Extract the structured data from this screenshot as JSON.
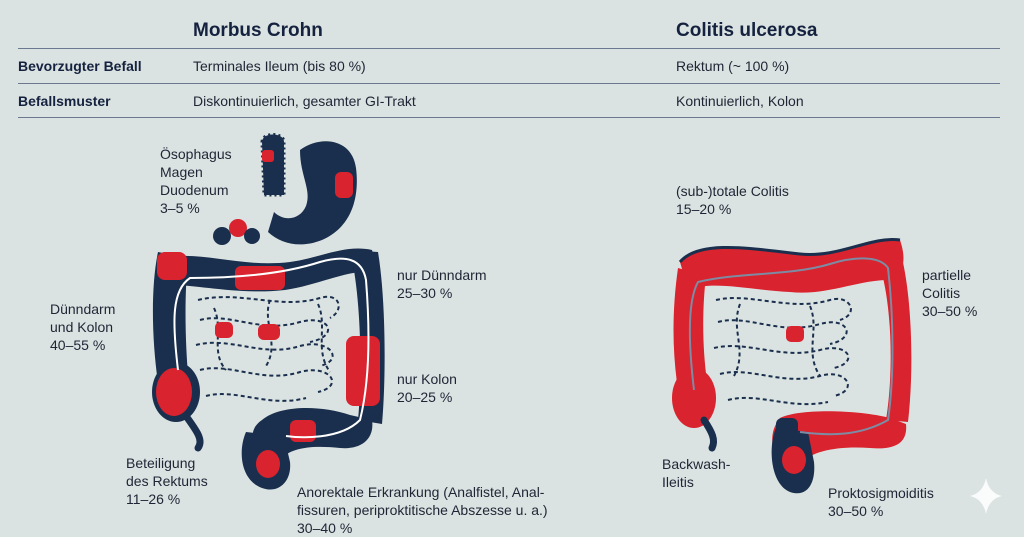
{
  "table": {
    "headers": [
      "Morbus Crohn",
      "Colitis ulcerosa"
    ],
    "rows": [
      {
        "label": "Bevorzugter Befall",
        "crohn": "Terminales Ileum (bis 80 %)",
        "colitis": "Rektum (~ 100 %)"
      },
      {
        "label": "Befallsmuster",
        "crohn": "Diskontinuierlich, gesamter GI-Trakt",
        "colitis": "Kontinuierlich, Kolon"
      }
    ]
  },
  "crohn_annotations": {
    "upper_gi": {
      "lines": [
        "Ösophagus",
        "Magen",
        "Duodenum"
      ],
      "value": "3–5 %"
    },
    "small_only": {
      "lines": [
        "nur Dünndarm"
      ],
      "value": "25–30 %"
    },
    "small_and_colon": {
      "lines": [
        "Dünndarm",
        "und Kolon"
      ],
      "value": "40–55 %"
    },
    "colon_only": {
      "lines": [
        "nur Kolon"
      ],
      "value": "20–25 %"
    },
    "rectum": {
      "lines": [
        "Beteiligung",
        "des Rektums"
      ],
      "value": "11–26 %"
    },
    "anorectal": {
      "lines": [
        "Anorektale Erkrankung (Analfistel, Anal-",
        "fissuren, periproktitische Abszesse u. a.)"
      ],
      "value": "30–40 %"
    }
  },
  "colitis_annotations": {
    "total": {
      "lines": [
        "(sub-)totale Colitis"
      ],
      "value": "15–20 %"
    },
    "partial": {
      "lines": [
        "partielle",
        "Colitis"
      ],
      "value": "30–50 %"
    },
    "backwash": {
      "lines": [
        "Backwash-",
        "Ileitis"
      ],
      "value": ""
    },
    "proctosigmoiditis": {
      "lines": [
        "Proktosigmoiditis"
      ],
      "value": "30–50 %"
    }
  },
  "colors": {
    "healthy": "#1a2f4d",
    "inflamed": "#d9232e",
    "background": "#dbe3e2",
    "lumen": "#ffffff"
  },
  "icons": [
    "sparkle-icon"
  ]
}
